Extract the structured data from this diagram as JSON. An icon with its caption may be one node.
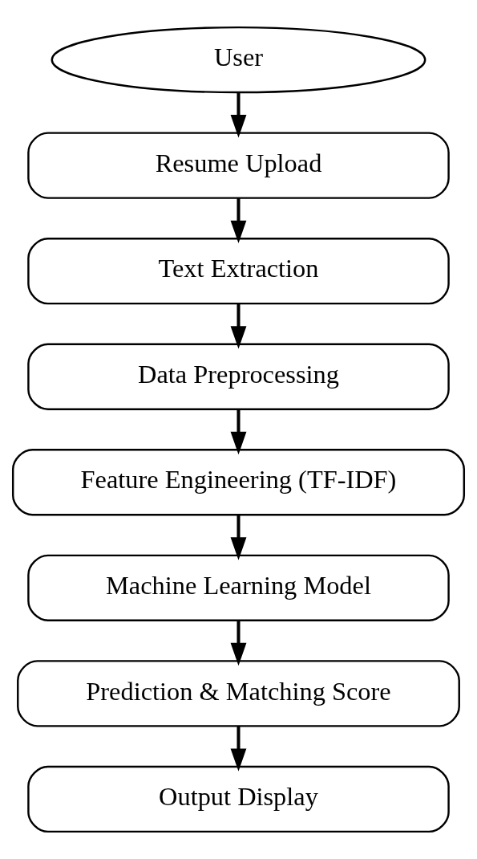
{
  "diagram": {
    "nodes": [
      {
        "text": [
          "User"
        ]
      },
      {
        "text": [
          "Resume Upload"
        ]
      },
      {
        "text": [
          "Text Extraction"
        ]
      },
      {
        "text": [
          "Data Preprocessing"
        ]
      },
      {
        "text": [
          "Feature Engineering (TF-IDF)"
        ]
      },
      {
        "text": [
          "Machine Learning Model"
        ]
      },
      {
        "text": [
          "Prediction & Matching Score"
        ]
      },
      {
        "text": [
          "Output Display"
        ]
      }
    ],
    "edges": [
      {
        "from": 0,
        "to": 1,
        "arrow": "to"
      },
      {
        "from": 1,
        "to": 2,
        "arrow": "to"
      },
      {
        "from": 2,
        "to": 3,
        "arrow": "to"
      },
      {
        "from": 3,
        "to": 4,
        "arrow": "to"
      },
      {
        "from": 4,
        "to": 5,
        "arrow": "to"
      },
      {
        "from": 5,
        "to": 6,
        "arrow": "to"
      },
      {
        "from": 6,
        "to": 7,
        "arrow": "to"
      }
    ]
  }
}
